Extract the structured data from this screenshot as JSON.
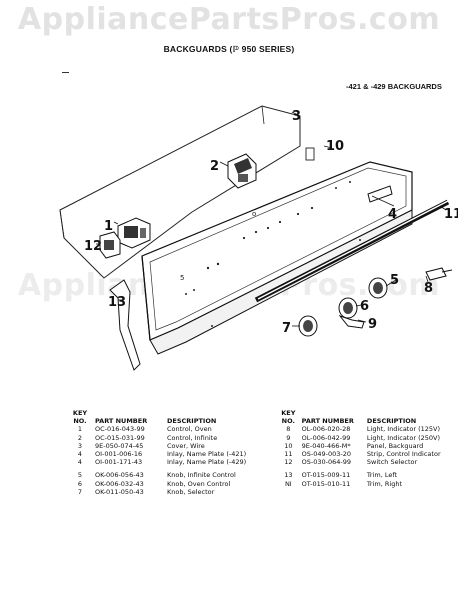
{
  "watermark": "AppliancePartsPros.com",
  "title": "BACKGUARDS (ℙ 950 SERIES)",
  "subtitle": "-421 & -429 BACKGUARDS",
  "callouts": [
    "1",
    "2",
    "3",
    "4",
    "5",
    "6",
    "7",
    "8",
    "9",
    "10",
    "11",
    "12",
    "13"
  ],
  "legend": {
    "key_header": [
      "KEY",
      "NO."
    ],
    "pn_header": "PART NUMBER",
    "desc_header": "DESCRIPTION",
    "left": [
      {
        "key": "1",
        "pn": "OC-016-043-99",
        "desc": "Control, Oven"
      },
      {
        "key": "2",
        "pn": "OC-015-031-99",
        "desc": "Control, Infinite"
      },
      {
        "key": "3",
        "pn": "9E-050-074-45",
        "desc": "Cover, Wire"
      },
      {
        "key": "4",
        "pn": "OI-001-006-16",
        "desc": "Inlay, Name Plate (-421)"
      },
      {
        "key": "4",
        "pn": "OI-001-171-43",
        "desc": "Inlay, Name Plate (-429)"
      },
      {
        "key": "5",
        "pn": "OK-006-056-43",
        "desc": "Knob, Infinite Control"
      },
      {
        "key": "6",
        "pn": "OK-006-032-43",
        "desc": "Knob, Oven Control"
      },
      {
        "key": "7",
        "pn": "OK-011-050-43",
        "desc": "Knob, Selector"
      }
    ],
    "right": [
      {
        "key": "8",
        "pn": "OL-006-020-28",
        "desc": "Light, Indicator (125V)"
      },
      {
        "key": "9",
        "pn": "OL-006-042-99",
        "desc": "Light, Indicator (250V)"
      },
      {
        "key": "10",
        "pn": "9E-040-466-M*",
        "desc": "Panel, Backguard"
      },
      {
        "key": "11",
        "pn": "OS-049-003-20",
        "desc": "Strip, Control Indicator"
      },
      {
        "key": "12",
        "pn": "OS-030-064-99",
        "desc": "Switch Selector"
      },
      {
        "key": "13",
        "pn": "OT-015-009-11",
        "desc": "Trim, Left"
      },
      {
        "key": "NI",
        "pn": "OT-015-010-11",
        "desc": "Trim, Right"
      }
    ]
  }
}
